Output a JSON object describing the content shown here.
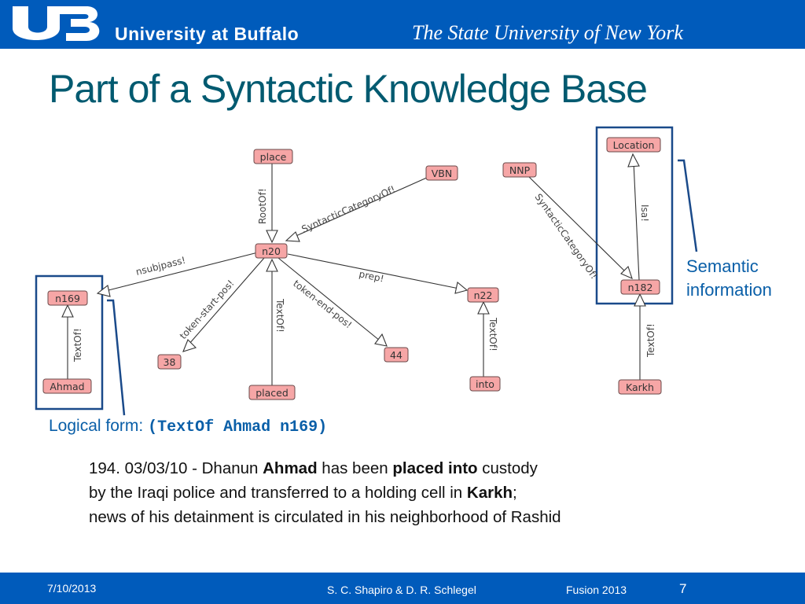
{
  "header": {
    "university_name": "University at Buffalo",
    "subtitle": "The State University of New York"
  },
  "slide": {
    "title": "Part of a Syntactic Knowledge Base"
  },
  "graph": {
    "nodes": {
      "place": "place",
      "vbn": "VBN",
      "nnp": "NNP",
      "location": "Location",
      "n20": "n20",
      "n169": "n169",
      "n22": "n22",
      "n182": "n182",
      "n38": "38",
      "n44": "44",
      "ahmad": "Ahmad",
      "placed": "placed",
      "into": "into",
      "karkh": "Karkh"
    },
    "edges": {
      "rootof": "RootOf!",
      "syncat1": "SyntacticCategoryOf!",
      "syncat2": "SyntacticCategoryOf!",
      "nsubjpass": "nsubjpass!",
      "token_start": "token-start-pos!",
      "token_end": "token-end-pos!",
      "prep": "prep!",
      "textof_placed": "TextOf!",
      "textof_ahmad": "TextOf!",
      "textof_into": "TextOf!",
      "textof_karkh": "TextOf!",
      "isa": "Isa!"
    }
  },
  "annotations": {
    "semantic_line1": "Semantic",
    "semantic_line2": "information",
    "logical_label": "Logical form: ",
    "logical_code": "(TextOf Ahmad n169)"
  },
  "story": {
    "l1_a": "194. 03/03/10 - Dhanun ",
    "l1_b": "Ahmad",
    "l1_c": " has been ",
    "l1_d": "placed into",
    "l1_e": " custody",
    "l2_a": "by the Iraqi police and transferred to a holding cell in ",
    "l2_b": "Karkh",
    "l2_c": ";",
    "l3": "news of his detainment is circulated in his neighborhood of Rashid"
  },
  "footer": {
    "date": "7/10/2013",
    "authors": "S. C. Shapiro & D. R. Schlegel",
    "event": "Fusion 2013",
    "page": "7"
  },
  "colors": {
    "brand_blue": "#005bbb",
    "title_teal": "#005a70",
    "annotation_blue": "#0a5fa8",
    "box_blue": "#1a4a8a",
    "node_fill": "#f6a6a6"
  }
}
